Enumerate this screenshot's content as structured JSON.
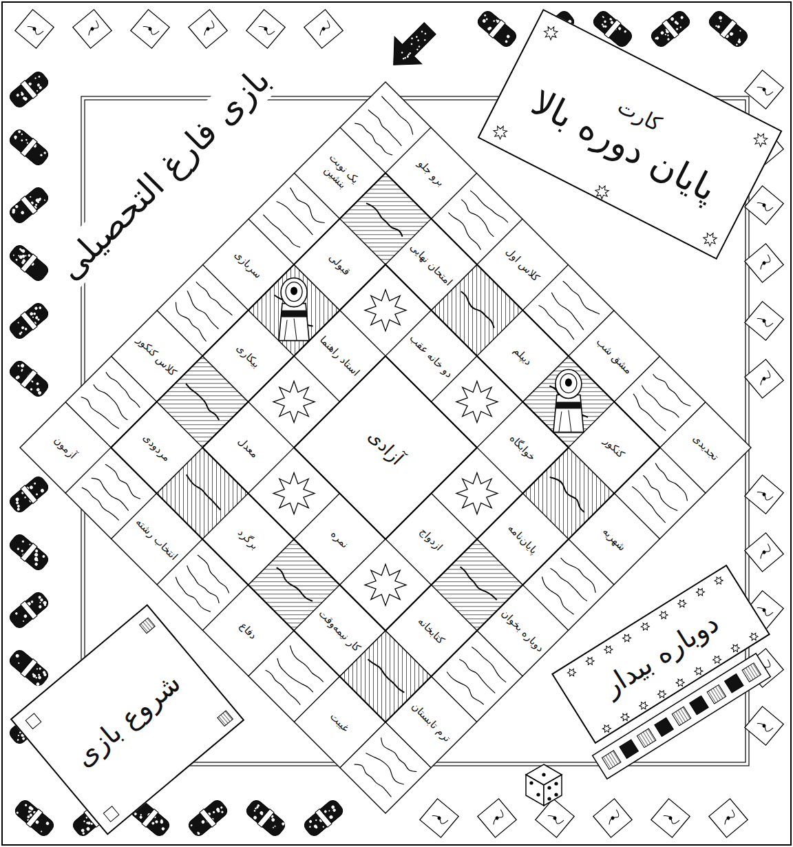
{
  "diagram": {
    "title": "بازی فارغ التحصیلی",
    "nodes": [
      {
        "text": [
          "کارت",
          "پایان دوره بالا"
        ]
      },
      {
        "text": [
          "برو جلو"
        ]
      },
      {
        "text": [
          "کلاس اول"
        ]
      },
      {
        "text": [
          "مشق شب"
        ]
      },
      {
        "text": [
          "تجدیدی"
        ]
      },
      {
        "text": [
          "یک نوبت بنشین"
        ]
      },
      {
        "text": [
          "امتحان نهایی"
        ]
      },
      {
        "text": [
          "دیپلم"
        ]
      },
      {
        "text": [
          "کنکور"
        ]
      },
      {
        "text": [
          "قبولی"
        ]
      },
      {
        "text": [
          "دو خانه عقب"
        ]
      },
      {
        "text": [
          "خوابگاه"
        ]
      },
      {
        "text": [
          "شهریه"
        ]
      },
      {
        "text": [
          "سربازی"
        ]
      },
      {
        "text": [
          "استاد راهنما"
        ]
      },
      {
        "text": [
          "آزادی"
        ]
      },
      {
        "text": [
          "پایان‌نامه"
        ]
      },
      {
        "text": [
          "بیکاری"
        ]
      },
      {
        "text": [
          "ازدواج"
        ]
      },
      {
        "text": [
          "دوباره بخوان"
        ]
      },
      {
        "text": [
          "کلاس کنکور"
        ]
      },
      {
        "text": [
          "معدل"
        ]
      },
      {
        "text": [
          "نمره"
        ]
      },
      {
        "text": [
          "کتابخانه"
        ]
      },
      {
        "text": [
          "مردودی"
        ]
      },
      {
        "text": [
          "برگرد"
        ]
      },
      {
        "text": [
          "کار نیمه‌وقت"
        ]
      },
      {
        "text": [
          "ترم تابستان"
        ]
      },
      {
        "text": [
          "آزمون"
        ]
      },
      {
        "text": [
          "انتخاب رشته"
        ]
      },
      {
        "text": [
          "دفاع"
        ]
      },
      {
        "text": [
          "غیبت"
        ]
      },
      {
        "text": [
          "شروع بازی"
        ]
      },
      {
        "text": [
          "دوباره بیدار"
        ]
      }
    ]
  }
}
